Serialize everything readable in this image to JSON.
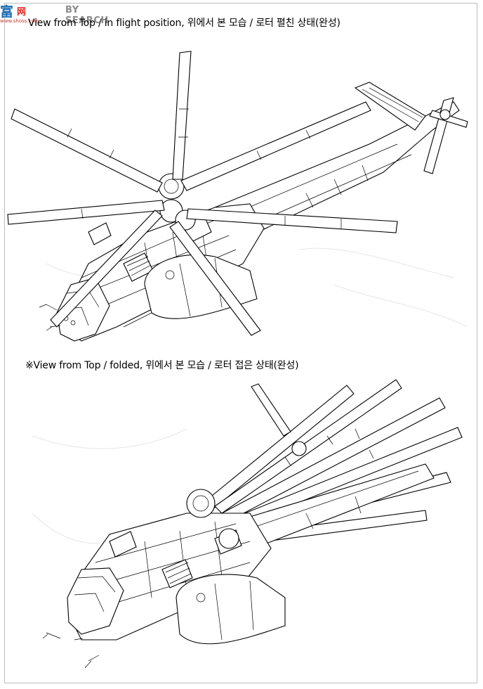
{
  "watermark": {
    "logo": "富",
    "mid": "网",
    "search": "BY SEARCH",
    "url": "www.shoss.com"
  },
  "captions": {
    "top": "View from Top / in flight position, 위에서 본 모습 / 로터 펼친 상태(완성)",
    "bottom": "※View from Top / folded, 위에서 본 모습 / 로터 접은 상태(완성)"
  }
}
